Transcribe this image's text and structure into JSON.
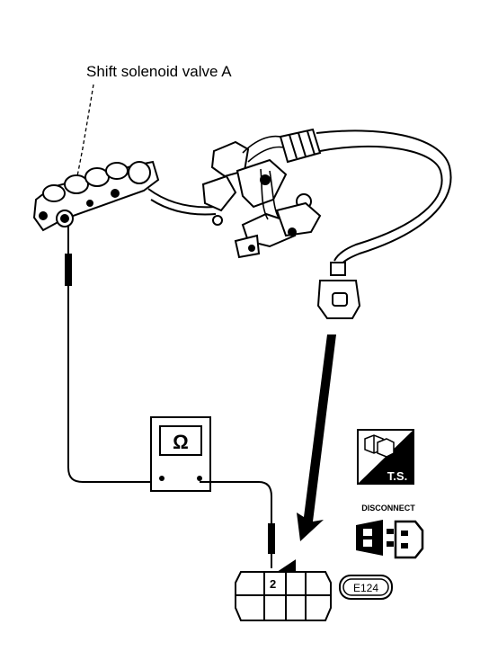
{
  "labels": {
    "solenoid": "Shift solenoid valve A",
    "meter_symbol": "Ω",
    "ts_badge": "T.S.",
    "disconnect": "DISCONNECT",
    "connector_code": "E124",
    "terminal_number": "2"
  }
}
